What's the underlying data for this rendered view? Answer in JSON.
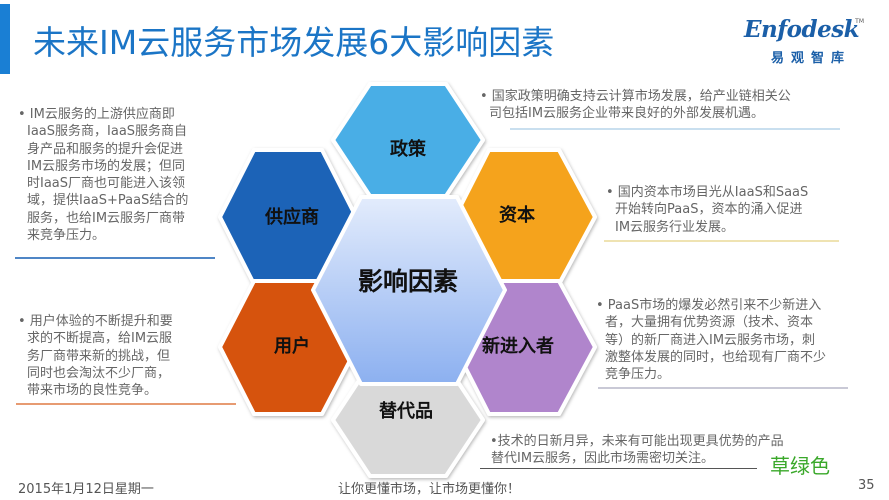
{
  "header": {
    "title": "未来IM云服务市场发展6大影响因素",
    "accent_color": "#1a7fd4",
    "logo": {
      "wordmark": "Enfodesk",
      "trademark": "TM",
      "chinese": "易观智库"
    }
  },
  "diagram": {
    "center": {
      "label": "影响因素",
      "color_top": "#dfe9fb",
      "color_bottom": "#8fb2f0"
    },
    "factors": [
      {
        "id": "policy",
        "label": "政策",
        "color": "#4aaee6"
      },
      {
        "id": "supplier",
        "label": "供应商",
        "color": "#1c63b7"
      },
      {
        "id": "capital",
        "label": "资本",
        "color": "#f5a31a"
      },
      {
        "id": "user",
        "label": "用户",
        "color": "#d6530e"
      },
      {
        "id": "new-entrant",
        "label": "新进入者",
        "color": "#b085cc"
      },
      {
        "id": "substitute",
        "label": "替代品",
        "color": "#d9d9d9"
      }
    ]
  },
  "descriptions": {
    "policy": {
      "lines": [
        "• 国家政策明确支持云计算市场发展，给产业链相关公",
        "司包括IM云服务企业带来良好的外部发展机遇。"
      ],
      "rule_color": "#b9d7ee"
    },
    "supplier": {
      "lines": [
        "• IM云服务的上游供应商即",
        "IaaS服务商，IaaS服务商自",
        "身产品和服务的提升会促进",
        "IM云服务市场的发展；但同",
        "时IaaS厂商也可能进入该领",
        "域，提供IaaS+PaaS结合的",
        "服务，也给IM云服务厂商带",
        "来竞争压力。"
      ],
      "rule_color": "#4f86c6"
    },
    "capital": {
      "lines": [
        "• 国内资本市场目光从IaaS和SaaS",
        "开始转向PaaS，资本的涌入促进",
        "IM云服务行业发展。"
      ],
      "rule_color": "#efe3b2"
    },
    "user": {
      "lines": [
        "• 用户体验的不断提升和要",
        "求的不断提高，给IM云服",
        "务厂商带来新的挑战，但",
        "同时也会淘汰不少厂商，",
        "带来市场的良性竞争。"
      ],
      "rule_color": "#e79b72"
    },
    "new_entrant": {
      "lines": [
        "• PaaS市场的爆发必然引来不少新进入",
        "者，大量拥有优势资源（技术、资本",
        "等）的新厂商进入IM云服务市场，刺",
        "激整体发展的同时，也给现有厂商不少",
        "竞争压力。"
      ],
      "rule_color": "#c9c9d6"
    },
    "substitute": {
      "lines": [
        "•技术的日新月异，未来有可能出现更具优势的产品",
        "替代IM云服务，因此市场需密切关注。"
      ],
      "rule_color": "#555555"
    }
  },
  "annotation": {
    "text": "草绿色",
    "color": "#3aa82a"
  },
  "footer": {
    "date": "2015年1月12日星期一",
    "slogan": "让你更懂市场，让市场更懂你！",
    "page_number": "35"
  }
}
